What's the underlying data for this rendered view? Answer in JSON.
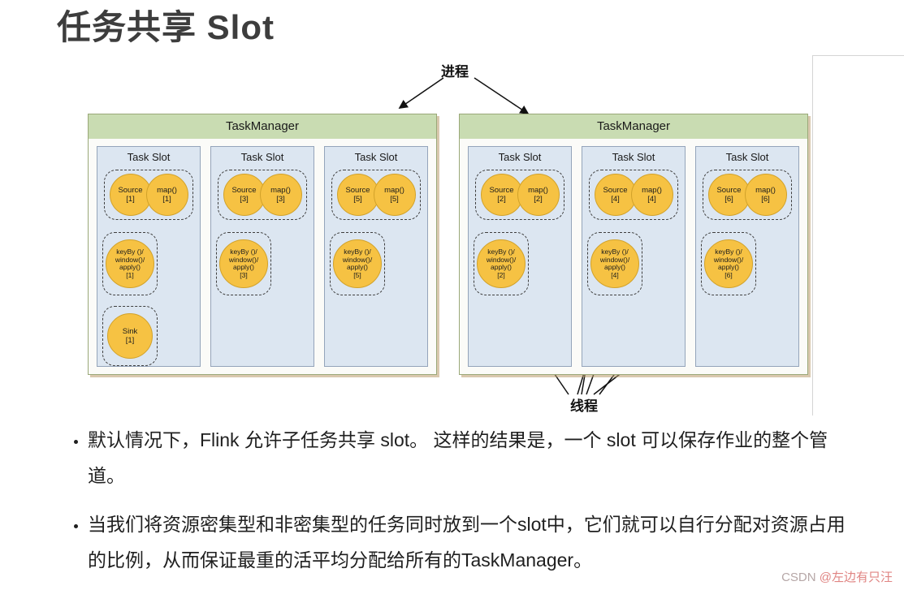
{
  "title": "任务共享 Slot",
  "diagram": {
    "process_label": "进程",
    "thread_label": "线程",
    "colors": {
      "tm_header": "#c9dcb2",
      "tm_border": "#9aa878",
      "slot_bg": "#dce6f1",
      "slot_border": "#94a4ba",
      "circle_fill": "#f6c243",
      "circle_border": "#d2a22a"
    },
    "task_managers": [
      {
        "title": "TaskManager",
        "slots": [
          {
            "title": "Task Slot",
            "source_label": "Source\n[1]",
            "map_label": "map()\n[1]",
            "keyby_label": "keyBy ()/\nwindow()/\napply()\n[1]",
            "sink_label": "Sink\n[1]"
          },
          {
            "title": "Task Slot",
            "source_label": "Source\n[3]",
            "map_label": "map()\n[3]",
            "keyby_label": "keyBy ()/\nwindow()/\napply()\n[3]"
          },
          {
            "title": "Task Slot",
            "source_label": "Source\n[5]",
            "map_label": "map()\n[5]",
            "keyby_label": "keyBy ()/\nwindow()/\napply()\n[5]"
          }
        ]
      },
      {
        "title": "TaskManager",
        "slots": [
          {
            "title": "Task Slot",
            "source_label": "Source\n[2]",
            "map_label": "map()\n[2]",
            "keyby_label": "keyBy ()/\nwindow()/\napply()\n[2]"
          },
          {
            "title": "Task Slot",
            "source_label": "Source\n[4]",
            "map_label": "map()\n[4]",
            "keyby_label": "keyBy ()/\nwindow()/\napply()\n[4]"
          },
          {
            "title": "Task Slot",
            "source_label": "Source\n[6]",
            "map_label": "map()\n[6]",
            "keyby_label": "keyBy ()/\nwindow()/\napply()\n[6]"
          }
        ]
      }
    ]
  },
  "bullets": [
    "默认情况下，Flink 允许子任务共享 slot。 这样的结果是，一个 slot 可以保存作业的整个管道。",
    "当我们将资源密集型和非密集型的任务同时放到一个slot中，它们就可以自行分配对资源占用的比例，从而保证最重的活平均分配给所有的TaskManager。"
  ],
  "watermark": {
    "prefix": "CSDN ",
    "handle": "@左边有只汪"
  }
}
